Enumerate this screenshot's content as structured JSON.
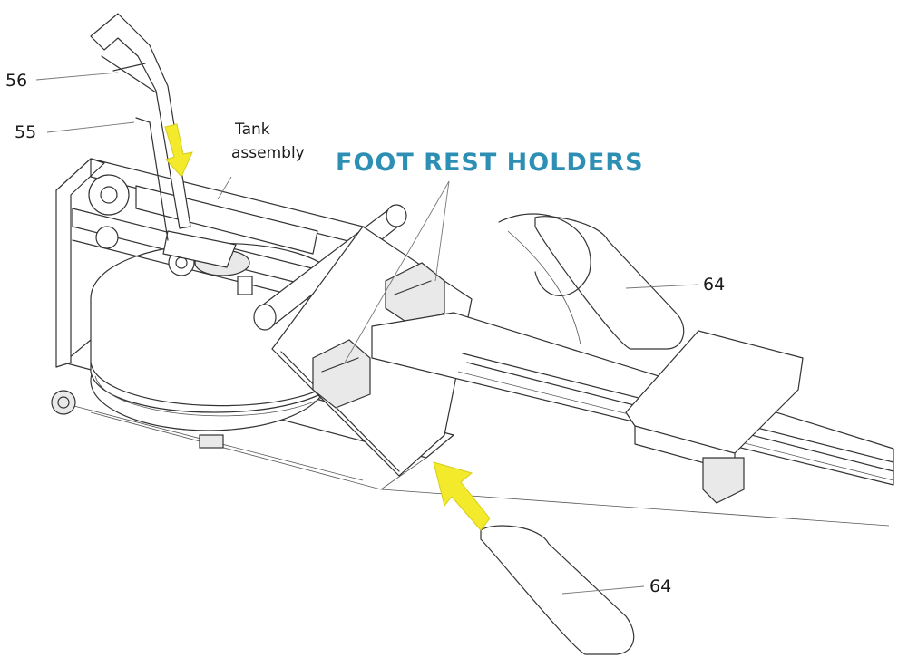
{
  "labels": {
    "part_56": "56",
    "part_55": "55",
    "tank_line1": "Tank",
    "tank_line2": "assembly",
    "foot_rest_holders": "FOOT REST HOLDERS",
    "part_64_upper": "64",
    "part_64_lower": "64"
  },
  "colors": {
    "heading": "#2e8fb4",
    "arrow": "#f2ea2a",
    "line": "#333333"
  },
  "icons": {
    "arrow": "yellow-arrow-icon"
  }
}
